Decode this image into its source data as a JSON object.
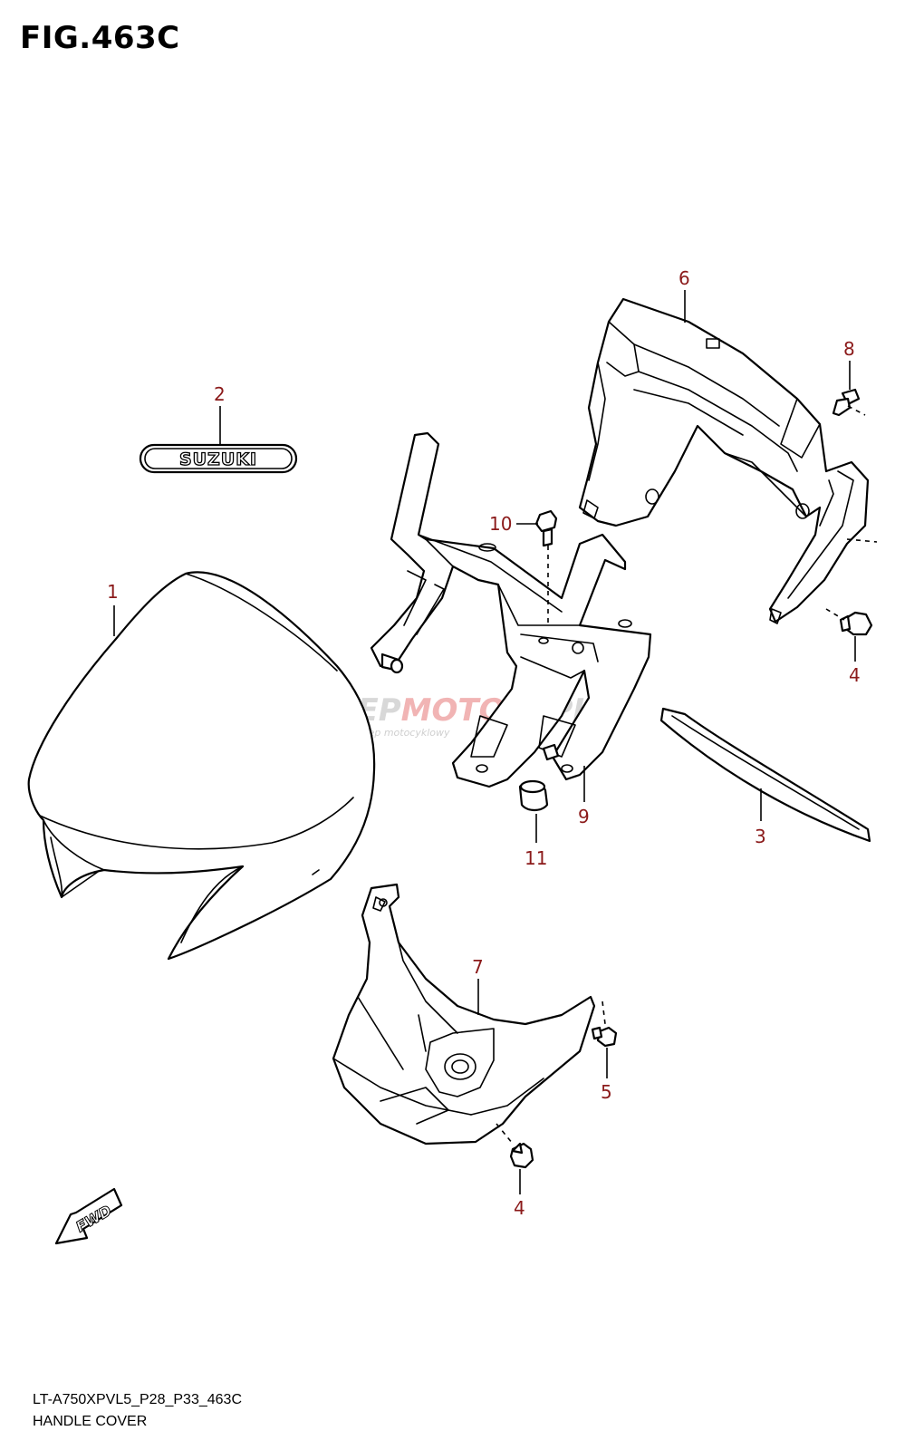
{
  "figure": {
    "title": "FIG.463C",
    "code": "LT-A750XPVL5_P28_P33_463C",
    "name": "HANDLE COVER"
  },
  "emblem_text": "SUZUKI",
  "fwd_label": "FWD",
  "watermark": {
    "main_a": "SKLEP",
    "main_b": "MOTO",
    "main_c": "PL",
    "tagline": "internetowy sklep motocyklowy"
  },
  "callouts": [
    "1",
    "2",
    "3",
    "4",
    "4",
    "5",
    "6",
    "7",
    "8",
    "9",
    "10",
    "11"
  ],
  "colors": {
    "callout": "#8b1a1a",
    "line": "#000000",
    "watermark": "#d8d8d8",
    "watermark_accent": "#f1b4b4"
  }
}
